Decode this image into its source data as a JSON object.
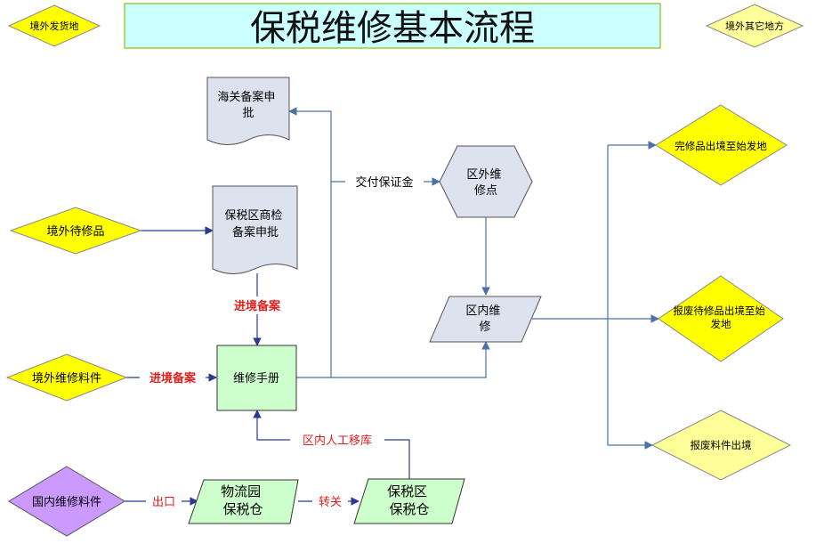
{
  "title": "保税维修基本流程",
  "corner_left": "境外发货地",
  "corner_right": "境外其它地方",
  "nodes": {
    "customs_filing": [
      "海关备案申",
      "批"
    ],
    "bonded_inspection": [
      "保税区商检",
      "备案申批"
    ],
    "outside_repair": [
      "区外维",
      "修点"
    ],
    "inside_repair": [
      "区内维",
      "修"
    ],
    "repair_manual": "维修手册",
    "foreign_item": "境外待修品",
    "foreign_material": "境外维修料件",
    "domestic_material": "国内维修料件",
    "logistics_wh": [
      "物流园",
      "保税仓"
    ],
    "bonded_wh": [
      "保税区",
      "保税仓"
    ],
    "out_finished": "完修品出境至始发地",
    "out_scrapped": [
      "报废待修品出境至始",
      "发地"
    ],
    "out_scrap_material": "报废料件出境"
  },
  "edge_labels": {
    "deposit": "交付保证金",
    "entry_filing_1": "进境备案",
    "entry_filing_2": "进境备案",
    "internal_transfer": "区内人工移库",
    "export": "出口",
    "transfer": "转关"
  },
  "colors": {
    "title_fill": "#ccffff",
    "title_border": "#9acd32",
    "yellow": "#ffff00",
    "light_yellow": "#ffff99",
    "purple": "#cc99ff",
    "green_fill": "#ccffcc",
    "doc_fill": "#dde3ee",
    "line_blue": "#4a72a8",
    "arrow_navy": "#2b3a8f",
    "label_red": "#e0201e"
  }
}
